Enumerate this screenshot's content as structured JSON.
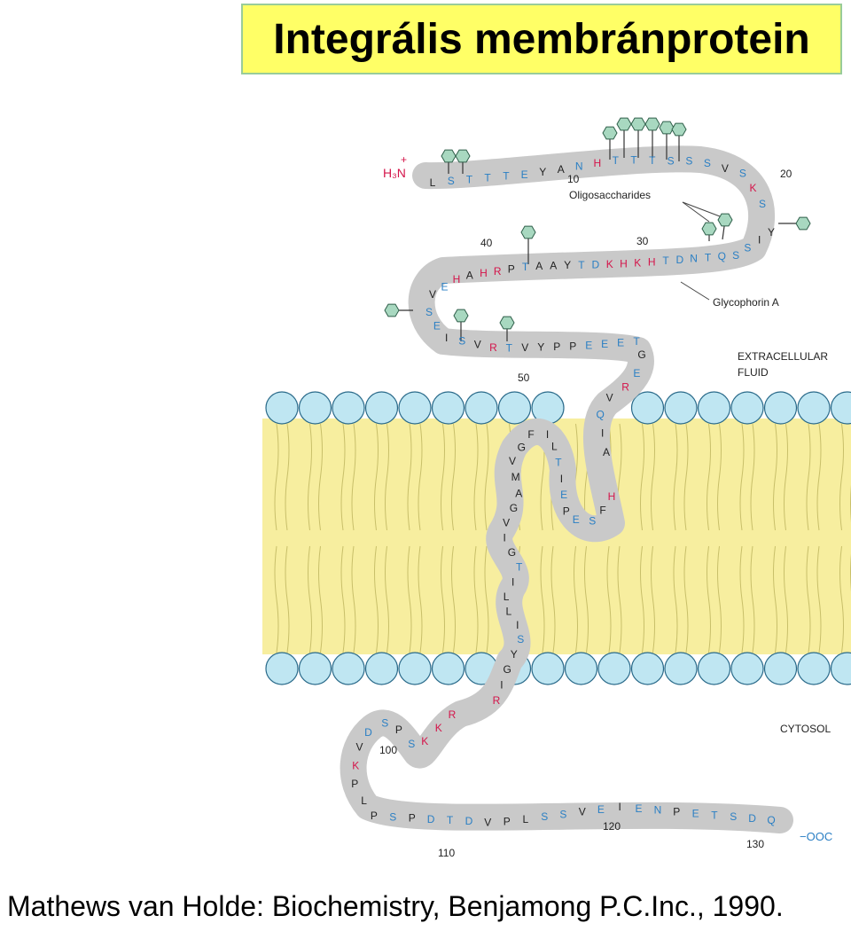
{
  "title": "Integrális membránprotein",
  "caption": "Mathews van Holde: Biochemistry, Benjamong P.C.Inc., 1990.",
  "labels": {
    "n_term": "H₃N",
    "n_term_charge": "+",
    "c_term": "−OOC",
    "oligosaccharides": "Oligosaccharides",
    "glycophorin": "Glycophorin A",
    "extracellular_1": "EXTRACELLULAR",
    "extracellular_2": "FLUID",
    "cytosol": "CYTOSOL"
  },
  "residue_numbers": [
    "10",
    "20",
    "30",
    "40",
    "50",
    "100",
    "110",
    "120",
    "130"
  ],
  "sequence_segments": {
    "seg1": "LSTTTEYANHTTTSSSVSKS",
    "seg2": "YISSQTNDTHKHKDTYAATPRHAHEV",
    "seg3": "SEISVRTVYPPEEET",
    "seg4": "GERVQIA",
    "seg5": "HFSEPEITLIFGVMAGVIGTILLISYGIR",
    "seg6": "RKKSPSDVKPLPSPDTDVPLSSVEIENPETSDQ"
  },
  "colors": {
    "lipid_head": "#bfe6f2",
    "lipid_head_stroke": "#2a6a8a",
    "core": "#f7ee9f",
    "protein": "#c9c9c9",
    "sugar": "#a8d8c0",
    "residue_default": "#222222",
    "residue_positive": "#d4144a",
    "residue_polar": "#2a7fc4"
  }
}
